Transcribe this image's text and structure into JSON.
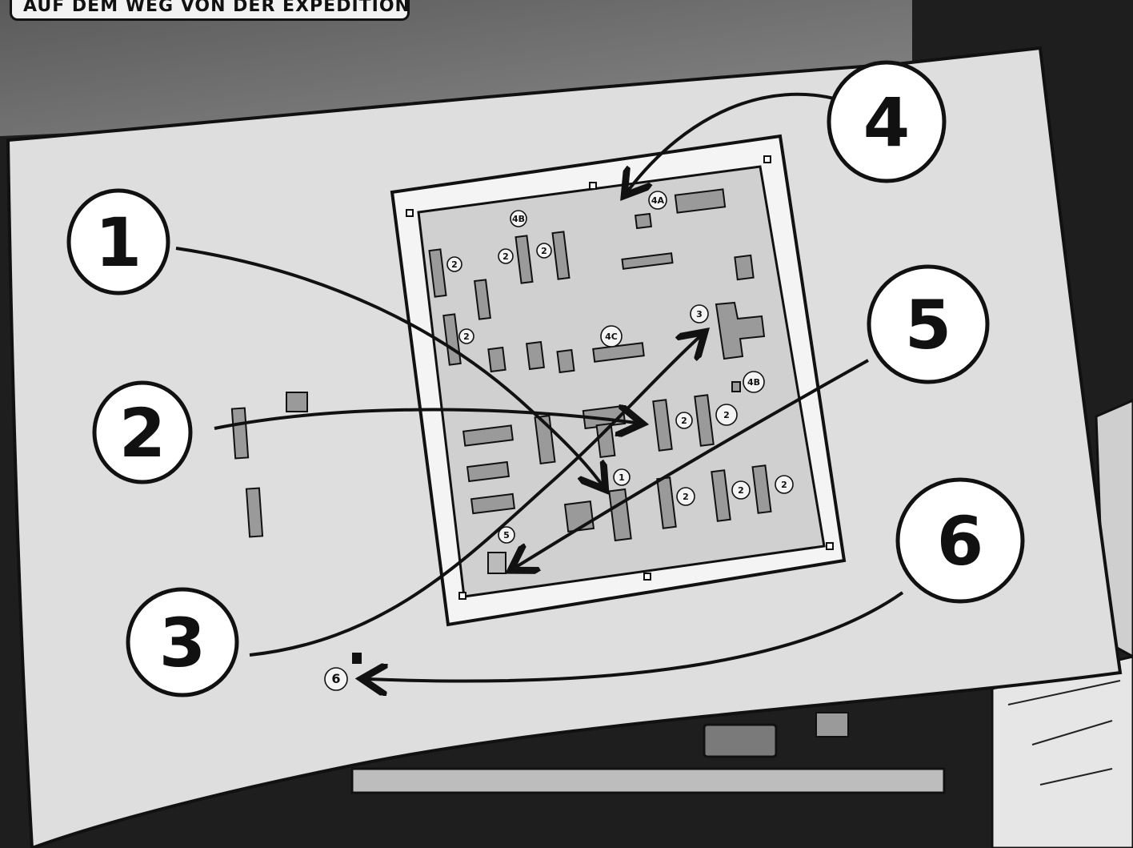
{
  "caption": "AUF DEM WEG VON DER EXPEDITION...",
  "big_labels": [
    "1",
    "2",
    "3",
    "4",
    "5",
    "6"
  ],
  "small_labels": {
    "label_4a": "4A",
    "label_4b": "4B",
    "label_4c": "4C",
    "label_2": "2",
    "label_1": "1",
    "label_3": "3",
    "label_5": "5",
    "label_6": "6"
  },
  "colors": {
    "background": "#1c1c1c",
    "paper": "#dedede",
    "ink": "#111111",
    "module": "#9a9a9a"
  }
}
